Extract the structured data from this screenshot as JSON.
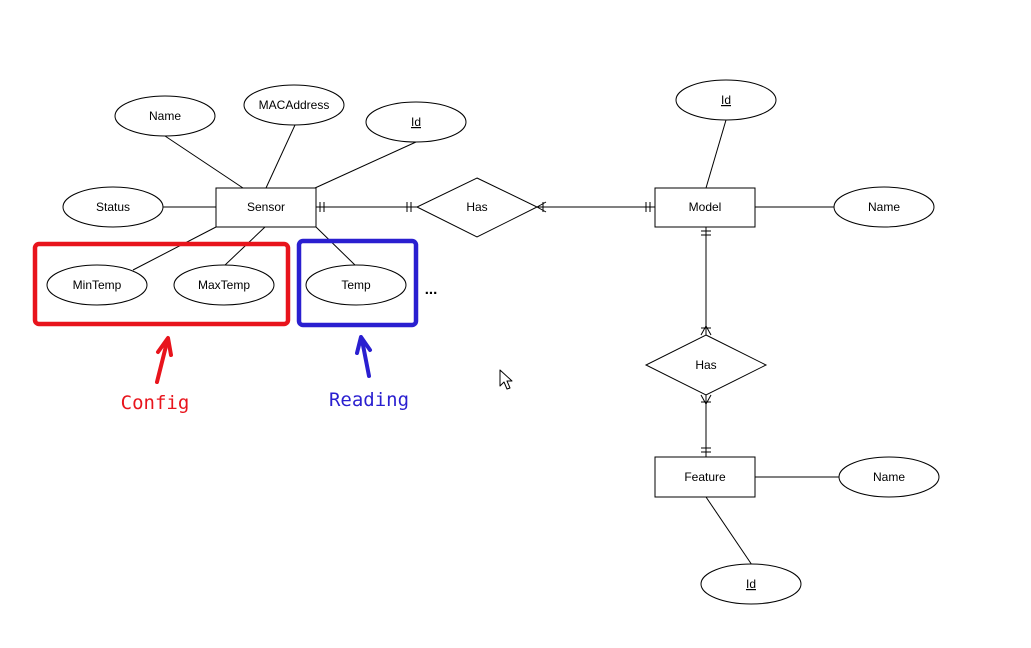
{
  "colors": {
    "config": "#e8141c",
    "reading": "#2a1fd0",
    "stroke": "#000000"
  },
  "entities": {
    "sensor": "Sensor",
    "model": "Model",
    "feature": "Feature"
  },
  "relationships": {
    "sensor_model": "Has",
    "model_feature": "Has"
  },
  "attributes": {
    "sensor_name": "Name",
    "sensor_mac": "MACAddress",
    "sensor_id": "Id",
    "sensor_status": "Status",
    "sensor_mintemp": "MinTemp",
    "sensor_maxtemp": "MaxTemp",
    "sensor_temp": "Temp",
    "model_id": "Id",
    "model_name": "Name",
    "feature_name": "Name",
    "feature_id": "Id"
  },
  "more_indicator": "...",
  "annotations": {
    "config": "Config",
    "reading": "Reading"
  },
  "cursor_icon": "mouse-pointer-icon"
}
